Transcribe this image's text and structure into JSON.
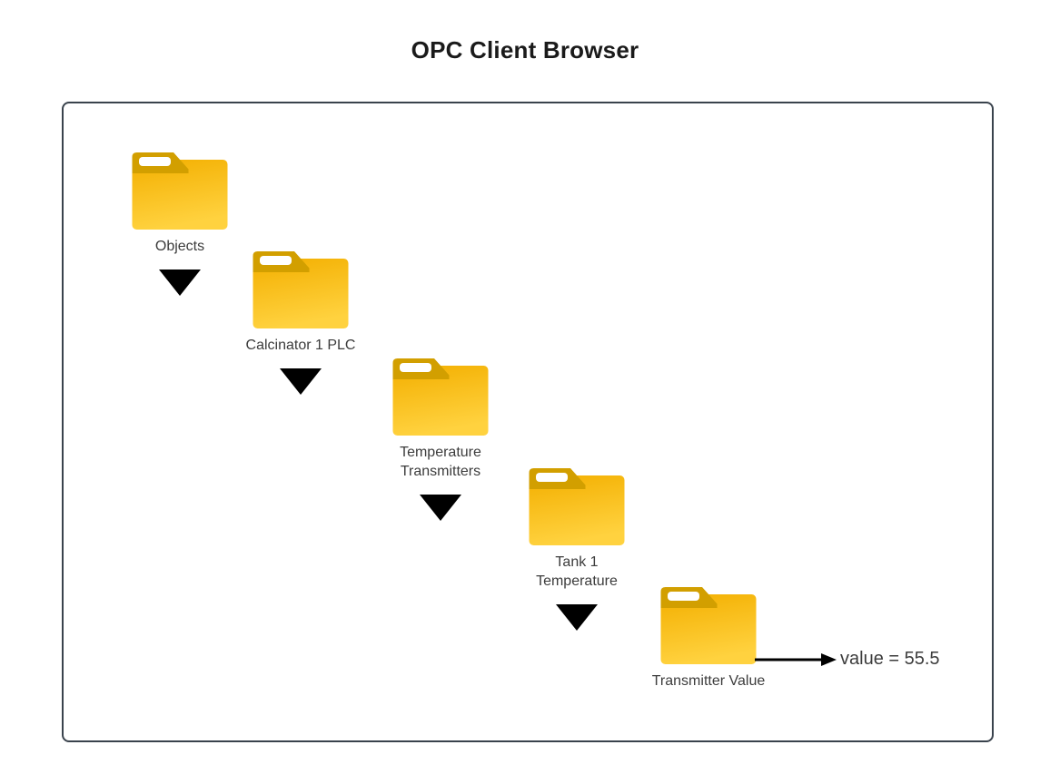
{
  "title": "OPC Client Browser",
  "diagram": {
    "nodes": [
      {
        "label": "Objects",
        "icon": "folder-icon",
        "has_expand_triangle": true
      },
      {
        "label": "Calcinator 1 PLC",
        "icon": "folder-icon",
        "has_expand_triangle": true
      },
      {
        "label": "Temperature\nTransmitters",
        "icon": "folder-icon",
        "has_expand_triangle": true
      },
      {
        "label": "Tank 1\nTemperature",
        "icon": "folder-icon",
        "has_expand_triangle": true
      },
      {
        "label": "Transmitter Value",
        "icon": "folder-icon",
        "has_expand_triangle": false
      }
    ],
    "value_label": "value = 55.5"
  },
  "colors": {
    "folder_tab": "#D29F00",
    "folder_body_top": "#F3AF00",
    "folder_body_bottom": "#FFD23F",
    "frame_border": "#3A434D",
    "label_text": "#3C3C3C",
    "title_text": "#1A1A1A",
    "arrow_black": "#000000",
    "page_bg": "#FFFFFF"
  }
}
